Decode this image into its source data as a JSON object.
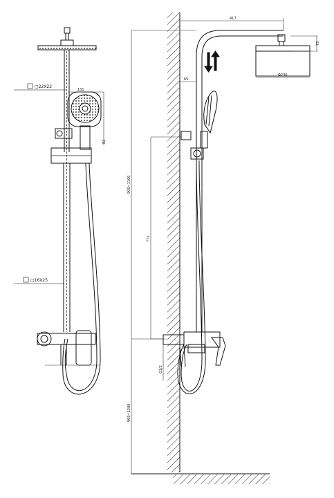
{
  "front_view": {
    "pipe_label_upper": "□22X22",
    "pipe_label_lower": "□16X25"
  },
  "side_view": {
    "dim_arm_length": "417",
    "dim_head_height": "73",
    "dim_head_width": "Φ230",
    "dim_upper_small": "65",
    "dim_bar_length": "772",
    "dim_total_height": "900~1100",
    "dim_floor_height": "900~1200",
    "dim_inlet": "G1/2",
    "dim_handshower_width": "131",
    "dim_handshower_height": "82"
  },
  "colors": {
    "line": "#111111",
    "dimension": "#333333",
    "hatch": "#222222",
    "background": "#ffffff"
  }
}
